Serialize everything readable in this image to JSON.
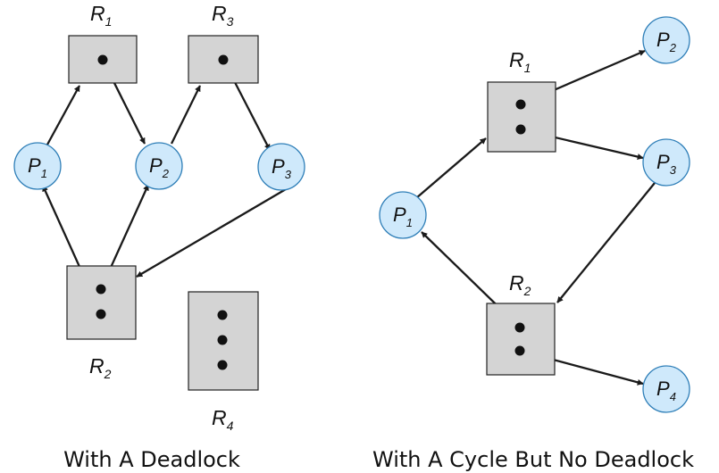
{
  "colors": {
    "resource_fill": "#d4d4d4",
    "process_fill": "#cfe9fb",
    "process_stroke": "#2f7fb8",
    "edge": "#1a1a1a"
  },
  "left_graph": {
    "caption": "With A Deadlock",
    "resources": [
      {
        "id": "R1",
        "letter": "R",
        "sub": "1",
        "instances": 1
      },
      {
        "id": "R3",
        "letter": "R",
        "sub": "3",
        "instances": 1
      },
      {
        "id": "R2",
        "letter": "R",
        "sub": "2",
        "instances": 2
      },
      {
        "id": "R4",
        "letter": "R",
        "sub": "4",
        "instances": 3
      }
    ],
    "processes": [
      {
        "id": "P1",
        "letter": "P",
        "sub": "1"
      },
      {
        "id": "P2",
        "letter": "P",
        "sub": "2"
      },
      {
        "id": "P3",
        "letter": "P",
        "sub": "3"
      }
    ],
    "edges": [
      {
        "from": "P1",
        "to": "R1",
        "kind": "request"
      },
      {
        "from": "R1",
        "to": "P2",
        "kind": "assignment"
      },
      {
        "from": "P2",
        "to": "R3",
        "kind": "request"
      },
      {
        "from": "R3",
        "to": "P3",
        "kind": "assignment"
      },
      {
        "from": "P3",
        "to": "R2",
        "kind": "request"
      },
      {
        "from": "R2",
        "to": "P1",
        "kind": "assignment"
      },
      {
        "from": "R2",
        "to": "P2",
        "kind": "assignment"
      }
    ]
  },
  "right_graph": {
    "caption": "With A Cycle But No Deadlock",
    "resources": [
      {
        "id": "R1",
        "letter": "R",
        "sub": "1",
        "instances": 2
      },
      {
        "id": "R2",
        "letter": "R",
        "sub": "2",
        "instances": 2
      }
    ],
    "processes": [
      {
        "id": "P1",
        "letter": "P",
        "sub": "1"
      },
      {
        "id": "P2",
        "letter": "P",
        "sub": "2"
      },
      {
        "id": "P3",
        "letter": "P",
        "sub": "3"
      },
      {
        "id": "P4",
        "letter": "P",
        "sub": "4"
      }
    ],
    "edges": [
      {
        "from": "P1",
        "to": "R1",
        "kind": "request"
      },
      {
        "from": "R1",
        "to": "P2",
        "kind": "assignment"
      },
      {
        "from": "R1",
        "to": "P3",
        "kind": "assignment"
      },
      {
        "from": "P3",
        "to": "R2",
        "kind": "request"
      },
      {
        "from": "R2",
        "to": "P1",
        "kind": "assignment"
      },
      {
        "from": "R2",
        "to": "P4",
        "kind": "assignment"
      }
    ]
  }
}
